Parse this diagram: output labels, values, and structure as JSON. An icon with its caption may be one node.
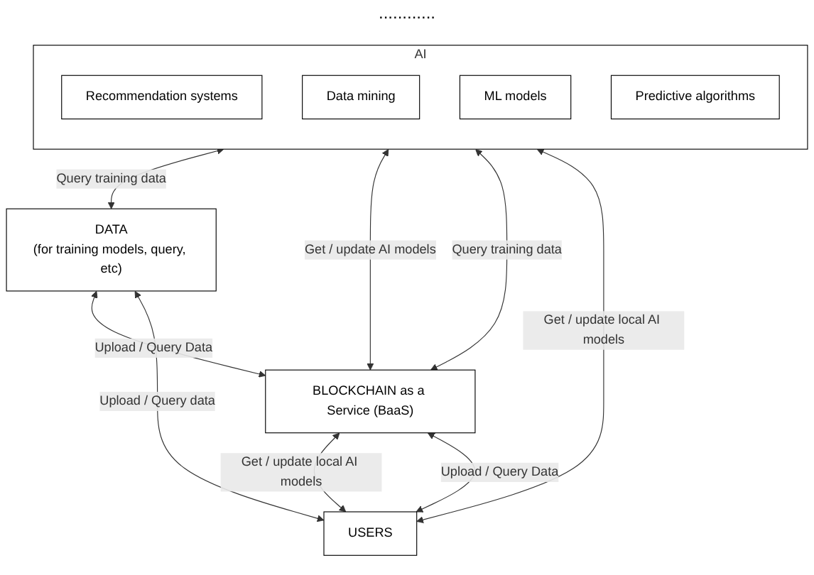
{
  "diagram": {
    "nodes": [
      {
        "text": [
          "AI"
        ]
      },
      {
        "text": [
          "Recommendation systems"
        ],
        "in": 0
      },
      {
        "text": [
          "Data mining"
        ],
        "in": 0
      },
      {
        "text": [
          "ML models"
        ],
        "in": 0
      },
      {
        "text": [
          "Predictive algorithms"
        ],
        "in": 0
      },
      {
        "text": [
          "DATA",
          "(for training models, query, etc)"
        ]
      },
      {
        "text": [
          "BLOCKCHAIN as a Service (BaaS)"
        ]
      },
      {
        "text": [
          "USERS"
        ]
      }
    ],
    "edges": [
      {
        "from": 0,
        "to": 5,
        "arrow": "both",
        "label": "Query training data"
      },
      {
        "from": 0,
        "to": 6,
        "arrow": "both",
        "label": "Get / update AI models"
      },
      {
        "from": 0,
        "to": 6,
        "arrow": "both",
        "label": "Query training data"
      },
      {
        "from": 5,
        "to": 6,
        "arrow": "both",
        "label": "Upload / Query Data"
      },
      {
        "from": 0,
        "to": 7,
        "arrow": "both",
        "label": "Get / update local AI models"
      },
      {
        "from": 6,
        "to": 7,
        "arrow": "both",
        "label": "Get / update local AI models"
      },
      {
        "from": 6,
        "to": 7,
        "arrow": "both",
        "label": "Upload / Query Data"
      },
      {
        "from": 5,
        "to": 7,
        "arrow": "both",
        "label": "Upload / Query data"
      }
    ],
    "labels": [
      "............"
    ]
  }
}
